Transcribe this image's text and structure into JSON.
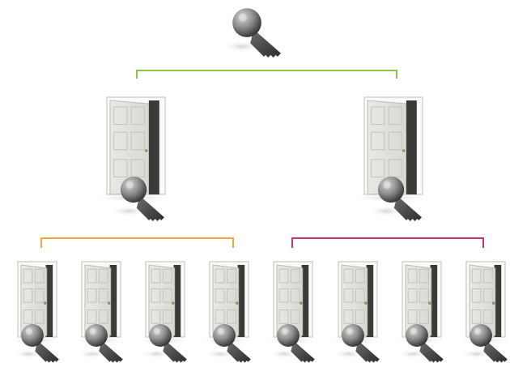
{
  "diagram": {
    "root": {
      "icon": "key-icon"
    },
    "level1": [
      {
        "icon": "door-icon",
        "key_icon": "key-icon"
      },
      {
        "icon": "door-icon",
        "key_icon": "key-icon"
      }
    ],
    "level2": [
      {
        "icon": "door-icon",
        "key_icon": "key-icon"
      },
      {
        "icon": "door-icon",
        "key_icon": "key-icon"
      },
      {
        "icon": "door-icon",
        "key_icon": "key-icon"
      },
      {
        "icon": "door-icon",
        "key_icon": "key-icon"
      },
      {
        "icon": "door-icon",
        "key_icon": "key-icon"
      },
      {
        "icon": "door-icon",
        "key_icon": "key-icon"
      },
      {
        "icon": "door-icon",
        "key_icon": "key-icon"
      },
      {
        "icon": "door-icon",
        "key_icon": "key-icon"
      }
    ],
    "connectors": [
      {
        "name": "root-connector",
        "color": "#8cc63f"
      },
      {
        "name": "left-group-connector",
        "color": "#f7a43a"
      },
      {
        "name": "right-group-connector",
        "color": "#c8336f"
      }
    ]
  }
}
